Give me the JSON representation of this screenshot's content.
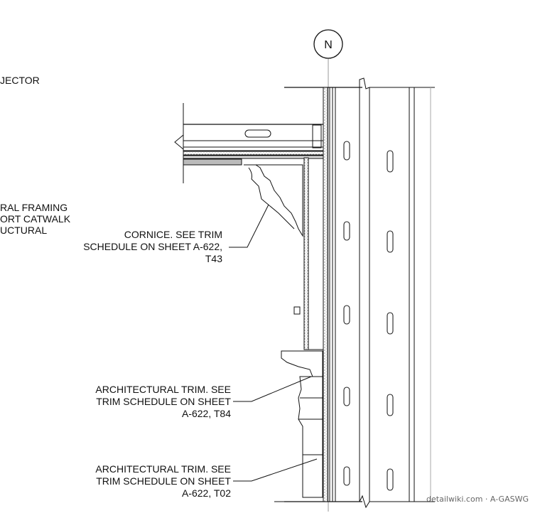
{
  "grid_marker": {
    "label": "N"
  },
  "labels": {
    "projector": [
      "JECTOR"
    ],
    "framing": [
      "RAL FRAMING",
      "ORT CATWALK",
      "UCTURAL"
    ],
    "cornice": [
      "CORNICE. SEE TRIM",
      "SCHEDULE ON SHEET A-622,",
      "T43"
    ],
    "trim1": [
      "ARCHITECTURAL TRIM. SEE",
      "TRIM SCHEDULE ON SHEET",
      "A-622, T84"
    ],
    "trim2": [
      "ARCHITECTURAL TRIM. SEE",
      "TRIM SCHEDULE ON SHEET",
      "A-622, T02"
    ]
  },
  "watermark": "detailwiki.com · A-GASWG"
}
